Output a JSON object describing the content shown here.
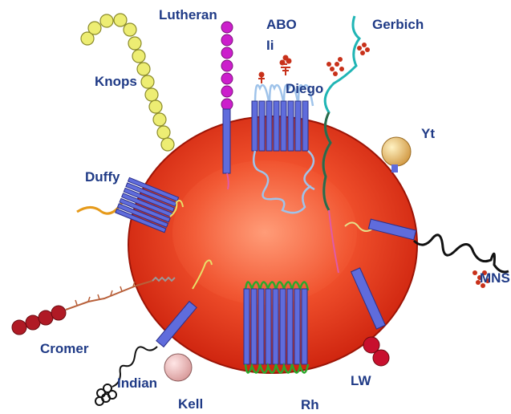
{
  "labels": {
    "knops": "Knops",
    "lutheran": "Lutheran",
    "abo": "ABO",
    "ii": "Ii",
    "diego": "Diego",
    "gerbich": "Gerbich",
    "yt": "Yt",
    "duffy": "Duffy",
    "mns": "MNS",
    "cromer": "Cromer",
    "indian": "Indian",
    "kell": "Kell",
    "rh": "Rh",
    "lw": "LW"
  },
  "colors": {
    "cell_outer": "#d9280f",
    "cell_inner": "#ff7a52",
    "protein": "#5f6cdc",
    "label": "#1f3a86",
    "knops_beads": "#eded73",
    "lutheran_beads": "#cc1fcc",
    "cromer_beads": "#b01a25",
    "lw_beads": "#c8102e",
    "yt_ball": "#d8a85a",
    "kell_ball": "#e6b3b3",
    "rh_loops": "#2ba82b",
    "diego_loops": "#9fc3ea",
    "gerbich_chain": "#20b5b5",
    "carbohydrate": "#c8311a"
  }
}
